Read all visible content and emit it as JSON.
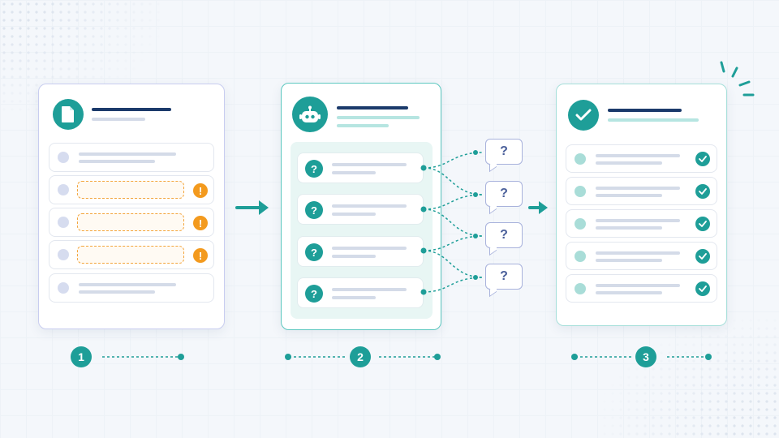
{
  "steps": [
    {
      "number": "1"
    },
    {
      "number": "2"
    },
    {
      "number": "3"
    }
  ],
  "bubbles": [
    "?",
    "?",
    "?",
    "?"
  ],
  "question_badges": [
    "?",
    "?",
    "?",
    "?"
  ],
  "warning_badges": [
    "!",
    "!",
    "!"
  ],
  "colors": {
    "teal": "#1e9e98",
    "navy": "#1b3a6b",
    "warning": "#f39a1e",
    "lavender_border": "#c8cdf0"
  }
}
